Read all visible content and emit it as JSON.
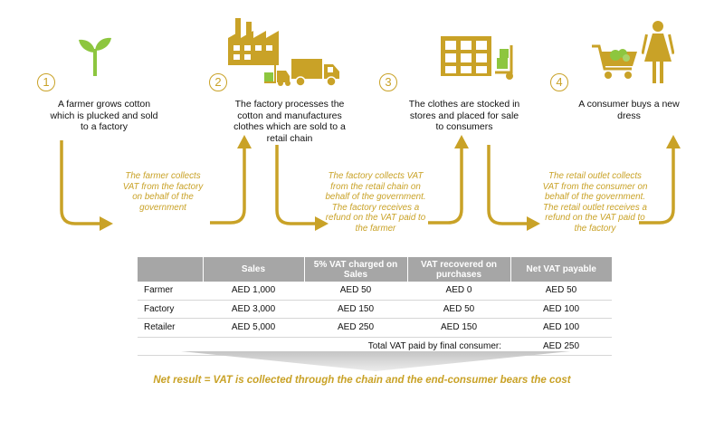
{
  "steps": [
    {
      "num": "1",
      "text": [
        "A farmer grows cotton",
        "which is plucked and sold",
        "to a factory"
      ]
    },
    {
      "num": "2",
      "text": [
        "The factory processes the",
        "cotton and manufactures",
        "clothes which are sold to a",
        "retail chain"
      ]
    },
    {
      "num": "3",
      "text": [
        "The clothes are stocked in",
        "stores and placed for sale",
        "to consumers"
      ]
    },
    {
      "num": "4",
      "text": [
        "A consumer buys a new",
        "dress"
      ]
    }
  ],
  "notes": [
    [
      "The farmer collects",
      "VAT from the factory",
      "on behalf of the",
      "government"
    ],
    [
      "The factory collects VAT",
      "from the retail chain on",
      "behalf of the government.",
      "The factory receives a",
      "refund on the VAT paid to",
      "the farmer"
    ],
    [
      "The retail outlet collects",
      "VAT from the consumer on",
      "behalf of the government.",
      "The retail outlet receives a",
      "refund on the VAT paid to",
      "the factory"
    ]
  ],
  "icons": [
    "sprout-icon",
    "factory-icon",
    "forklift-icon",
    "delivery-truck-icon",
    "store-icon",
    "hand-truck-icon",
    "shopping-cart-icon",
    "woman-icon"
  ],
  "colors": {
    "accent": "#C9A227",
    "table_header": "#A6A6A6"
  },
  "table": {
    "headers": [
      "",
      "Sales",
      "5% VAT charged on Sales",
      "VAT recovered on purchases",
      "Net VAT payable"
    ],
    "rows": [
      [
        "Farmer",
        "AED 1,000",
        "AED 50",
        "AED 0",
        "AED 50"
      ],
      [
        "Factory",
        "AED 3,000",
        "AED 150",
        "AED 50",
        "AED 100"
      ],
      [
        "Retailer",
        "AED 5,000",
        "AED 250",
        "AED 150",
        "AED 100"
      ]
    ],
    "total_label": "Total VAT paid by final consumer:",
    "total_value": "AED 250"
  },
  "result": "Net result = VAT is collected through the chain and the end-consumer bears the cost"
}
